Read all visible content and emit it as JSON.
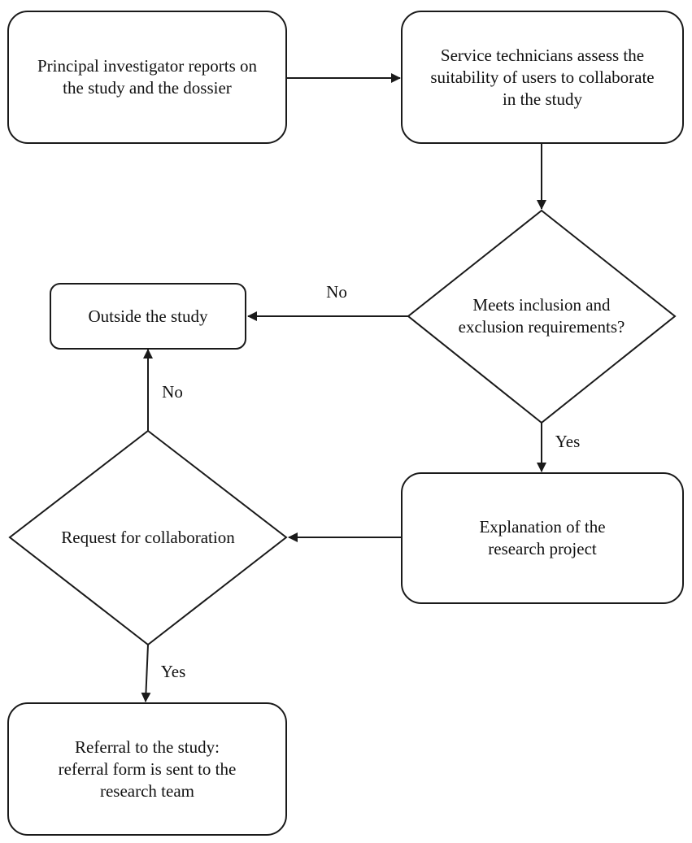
{
  "nodes": {
    "principal_investigator": "Principal investigator reports on\nthe study and the dossier",
    "service_technicians": "Service technicians assess the\nsuitability of users to collaborate\nin the study",
    "meets_requirements": "Meets inclusion and\nexclusion requirements?",
    "outside_study": "Outside the study",
    "explanation": "Explanation of the\nresearch project",
    "request_collaboration": "Request for collaboration",
    "referral": "Referral to the study:\nreferral form is sent to the\nresearch team"
  },
  "edges": {
    "requirements_no": "No",
    "requirements_yes": "Yes",
    "collaboration_no": "No",
    "collaboration_yes": "Yes"
  },
  "colors": {
    "stroke": "#1a1a1a",
    "fill": "#ffffff",
    "text": "#111111"
  }
}
